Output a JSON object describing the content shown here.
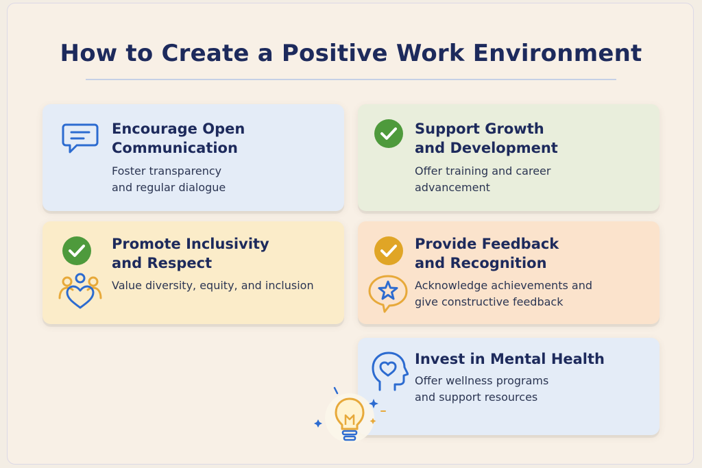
{
  "page": {
    "title": "How to Create a Positive Work Environment"
  },
  "cards": [
    {
      "title": "Encourage Open\nCommunication",
      "description": "Foster transparency\nand regular dialogue",
      "icon": "chat-bubble-icon",
      "color": "#e4ecf7"
    },
    {
      "title": "Support Growth\nand Development",
      "description": "Offer training and career\nadvancement",
      "icon": "green-check-icon",
      "color": "#e9eedc"
    },
    {
      "title": "Promote Inclusivity\nand Respect",
      "description": "Value diversity, equity, and inclusion",
      "icon": "green-check-icon",
      "secondary_icon": "people-heart-icon",
      "color": "#fbecc9"
    },
    {
      "title": "Provide Feedback\nand Recognition",
      "description": "Acknowledge achievements and\ngive constructive feedback",
      "icon": "gold-check-icon",
      "secondary_icon": "star-bubble-icon",
      "color": "#fbe3cc"
    },
    {
      "title": "Invest in Mental Health",
      "description": "Offer wellness programs\nand support resources",
      "icon": "head-heart-icon",
      "color": "#e4ecf7"
    }
  ],
  "decorations": {
    "icon": "lightbulb-icon"
  },
  "colors": {
    "title": "#1d2a5c",
    "green_check": "#4e9a3c",
    "gold_check": "#e0a526",
    "icon_blue": "#2c6bd0",
    "icon_gold": "#e7a93a"
  }
}
